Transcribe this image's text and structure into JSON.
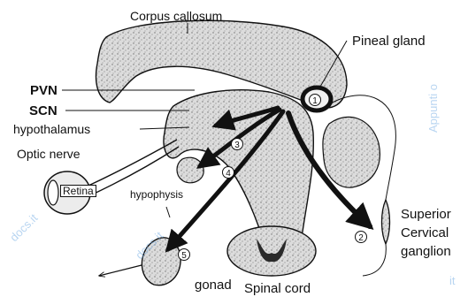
{
  "labels": {
    "corpus_callosum": "Corpus callosum",
    "pineal_gland": "Pineal gland",
    "pvn": "PVN",
    "scn": "SCN",
    "hypothalamus": "hypothalamus",
    "optic_nerve": "Optic nerve",
    "retina": "Retina",
    "hypophysis": "hypophysis",
    "superior_cervical_ganglion": [
      "Superior",
      "Cervical",
      "ganglion"
    ],
    "gonad": "gonad",
    "spinal_cord": "Spinal cord"
  },
  "pathway_numbers": [
    "1",
    "2",
    "3",
    "4",
    "5"
  ],
  "watermarks": [
    "Appunti o",
    "docs.it",
    "docs.it",
    "it"
  ],
  "colors": {
    "ink": "#111111",
    "tissue": "#d9d9d9",
    "watermark": "#7fb3e6"
  }
}
